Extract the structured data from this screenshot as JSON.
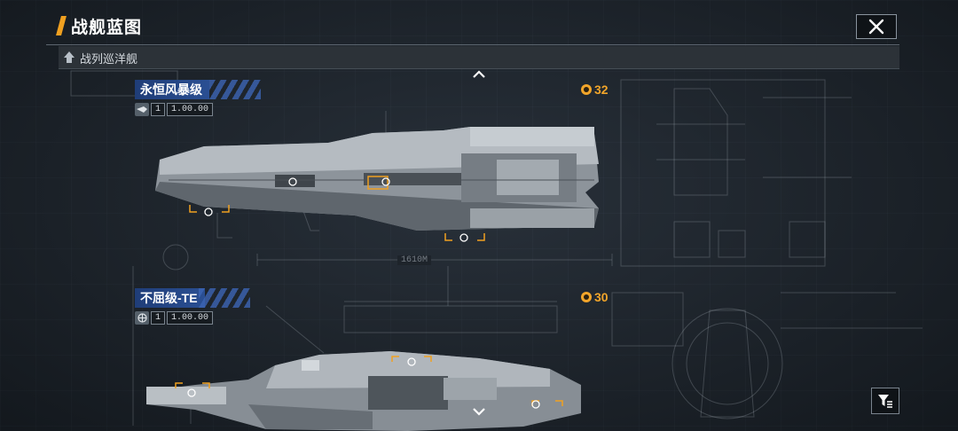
{
  "header": {
    "title": "战舰蓝图",
    "close_icon": "close-icon"
  },
  "category": {
    "label": "战列巡洋舰",
    "icon": "ship-rank-icon"
  },
  "ships": [
    {
      "name": "永恒风暴级",
      "stat_index": "1",
      "stat_value": "1.00.00",
      "cost": "32",
      "dimension_label": "1610M"
    },
    {
      "name": "不屈级-TE",
      "stat_index": "1",
      "stat_value": "1.00.00",
      "cost": "30"
    }
  ],
  "controls": {
    "scroll_up_icon": "chevron-up-icon",
    "scroll_down_icon": "chevron-down-icon",
    "filter_icon": "filter-icon"
  },
  "colors": {
    "accent": "#f0a020",
    "name_bg": "#1f3d78",
    "cost": "#f2a52a"
  }
}
